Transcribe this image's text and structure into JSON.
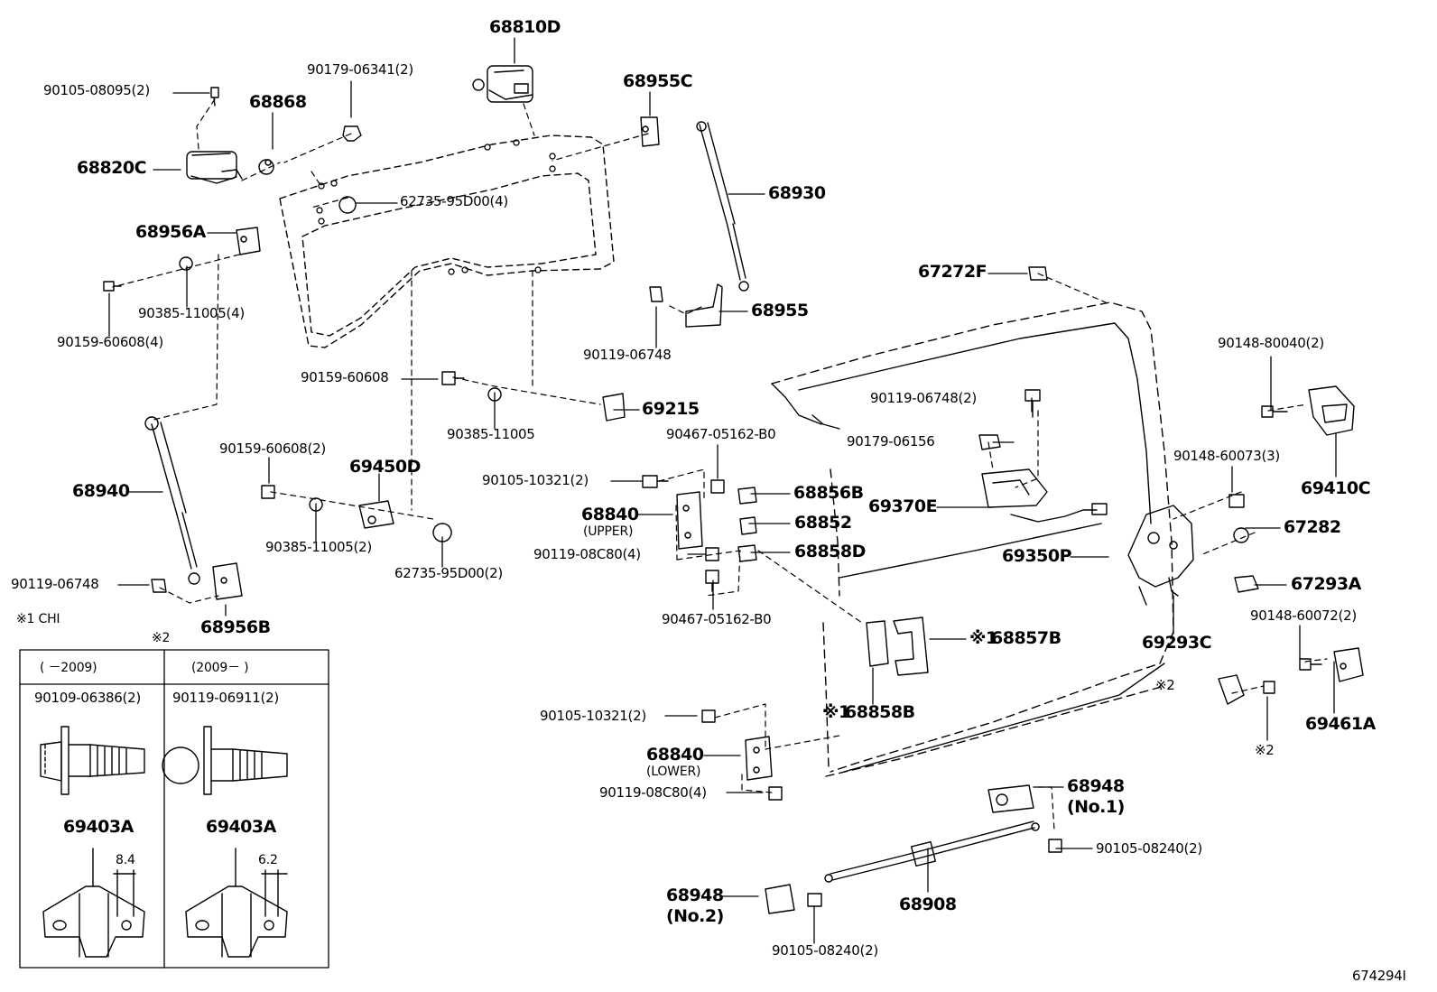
{
  "diagram": {
    "figure_id": "674294I",
    "parts": {
      "p68810D": "68810D",
      "p90179_06341": "90179-06341(2)",
      "p90105_08095": "90105-08095(2)",
      "p68868": "68868",
      "p68955C": "68955C",
      "p68820C": "68820C",
      "p68930": "68930",
      "p62735_95D00_4": "62735-95D00(4)",
      "p68956A": "68956A",
      "p90385_11005_4": "90385-11005(4)",
      "p90159_60608_4": "90159-60608(4)",
      "p67272F": "67272F",
      "p68955": "68955",
      "p90119_06748_a": "90119-06748",
      "p90148_80040": "90148-80040(2)",
      "p90159_60608": "90159-60608",
      "p69215": "69215",
      "p90385_11005": "90385-11005",
      "p90119_06748_2": "90119-06748(2)",
      "p90467_a": "90467-05162-B0",
      "p90179_06156": "90179-06156",
      "p90159_60608_2": "90159-60608(2)",
      "p69450D": "69450D",
      "p90105_10321_a": "90105-10321(2)",
      "p68856B": "68856B",
      "p90148_60073": "90148-60073(3)",
      "p69410C": "69410C",
      "p68940": "68940",
      "p69370E": "69370E",
      "p68840_upper": "68840",
      "upper_note": "(UPPER)",
      "p68852": "68852",
      "p67282": "67282",
      "p90385_11005_2": "90385-11005(2)",
      "p90119_08C80_a": "90119-08C80(4)",
      "p68858D": "68858D",
      "p69350P": "69350P",
      "p62735_95D00_2": "62735-95D00(2)",
      "p67293A": "67293A",
      "p90119_06748_b": "90119-06748",
      "p90467_b": "90467-05162-B0",
      "p90148_60072": "90148-60072(2)",
      "p68956B": "68956B",
      "p69293C": "69293C",
      "p68857B": "68857B",
      "mark1_68857B": "※1",
      "mark2_a": "※2",
      "p69461A": "69461A",
      "p68858B": "68858B",
      "mark1_68858B": "※1",
      "p90105_10321_b": "90105-10321(2)",
      "mark2_b": "※2",
      "p68840_lower": "68840",
      "lower_note": "(LOWER)",
      "p90119_08C80_b": "90119-08C80(4)",
      "p68948_1": "68948",
      "no1_note": "(No.1)",
      "p90105_08240_a": "90105-08240(2)",
      "p68948_2": "68948",
      "no2_note": "(No.2)",
      "p68908": "68908",
      "p90105_08240_b": "90105-08240(2)"
    },
    "footnote": "※1  CHI",
    "inset": {
      "mark": "※2",
      "col1_period": "(      －2009)",
      "col2_period": "(2009－      )",
      "col1_bolt": "90109-06386(2)",
      "col2_bolt": "90119-06911(2)",
      "col1_part": "69403A",
      "col2_part": "69403A",
      "col1_dim": "8.4",
      "col2_dim": "6.2"
    }
  }
}
